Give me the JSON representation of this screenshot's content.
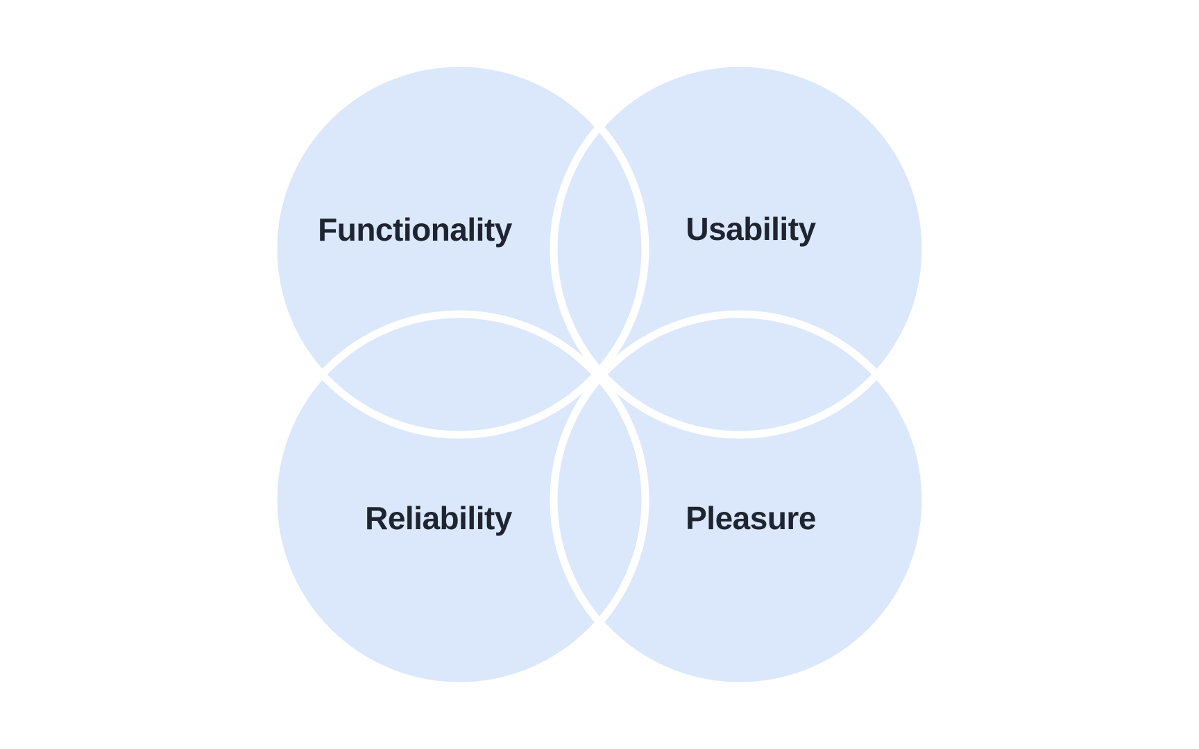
{
  "diagram": {
    "type": "venn-4-circles",
    "circles": [
      {
        "id": "functionality",
        "label": "Functionality"
      },
      {
        "id": "usability",
        "label": "Usability"
      },
      {
        "id": "reliability",
        "label": "Reliability"
      },
      {
        "id": "pleasure",
        "label": "Pleasure"
      }
    ]
  },
  "colors": {
    "background": "#ffffff",
    "circle_fill": "#dbe8fb",
    "circle_stroke": "#ffffff",
    "label_text": "#1e2430"
  }
}
